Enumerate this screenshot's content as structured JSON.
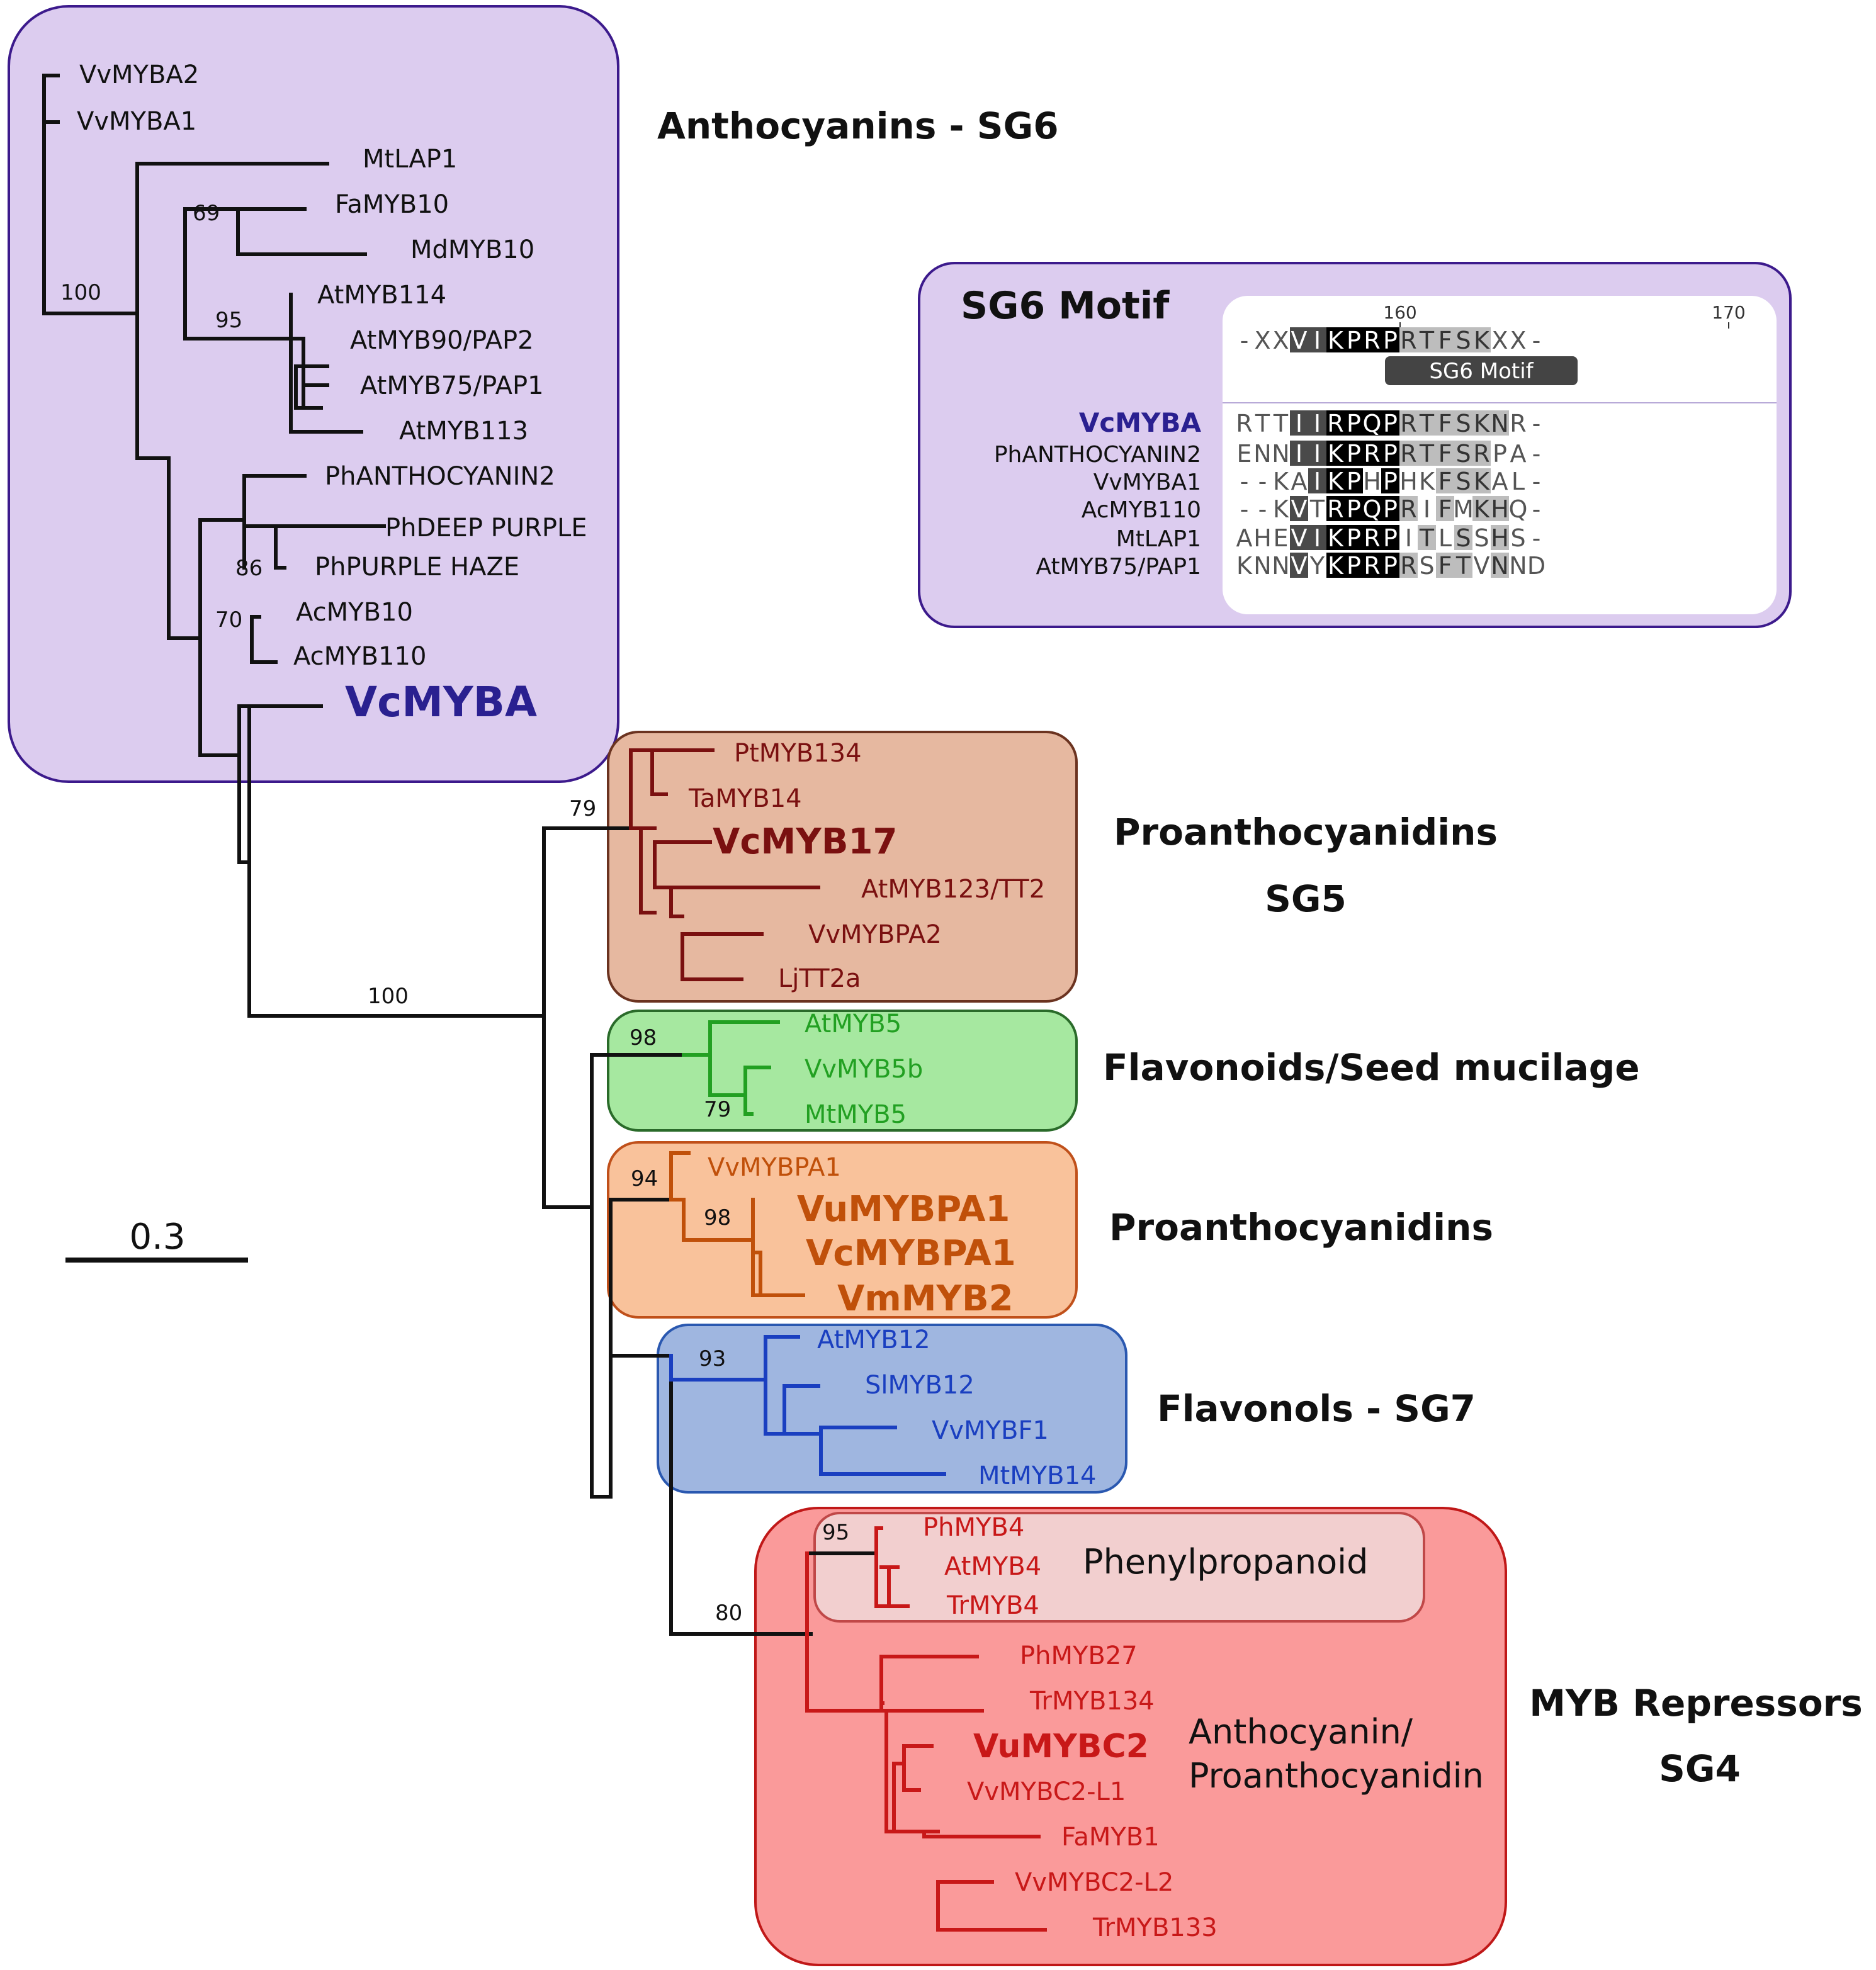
{
  "groups": {
    "anthocyanins": {
      "title": "Anthocyanins - SG6",
      "color": "#dcccef",
      "border": "#3c1a8c"
    },
    "proanthocyanidins_sg5": {
      "title_line1": "Proanthocyanidins",
      "title_line2": "SG5",
      "color": "#e6b8a0",
      "border": "#6b3320"
    },
    "flavonoids": {
      "title": "Flavonoids/Seed mucilage",
      "color": "#a6e8a0",
      "border": "#2a6b2a"
    },
    "proanthocyanidins": {
      "title": "Proanthocyanidins",
      "color": "#f9c29b",
      "border": "#c0501a"
    },
    "flavonols": {
      "title": "Flavonols - SG7",
      "color": "#9fb6e0",
      "border": "#2a58b0"
    },
    "repressors": {
      "title_line1": "MYB Repressors",
      "title_line2": "SG4",
      "color": "#fa9a9a",
      "border": "#c01818"
    },
    "phenylpropanoid": {
      "label": "Phenylpropanoid",
      "color": "#f2cfcf",
      "border": "#c04848"
    },
    "anthocyanin_pa": {
      "line1": "Anthocyanin/",
      "line2": "Proanthocyanidin"
    }
  },
  "colors": {
    "sg6": "#111111",
    "sg6_highlight": "#2a2090",
    "sg5": "#7a1010",
    "flavonoids": "#22a022",
    "proanthocyanidins": "#c0500a",
    "flavonols": "#1a3fc0",
    "repressors": "#c81818"
  },
  "scale_bar": {
    "label": "0.3"
  },
  "leaves": {
    "vvmyba2": "VvMYBA2",
    "vvmyba1": "VvMYBA1",
    "mtlap1": "MtLAP1",
    "famyb10": "FaMYB10",
    "mdmyb10": "MdMYB10",
    "atmyb114": "AtMYB114",
    "atmyb90": "AtMYB90/PAP2",
    "atmyb75": "AtMYB75/PAP1",
    "atmyb113": "AtMYB113",
    "phanthocyanin2": "PhANTHOCYANIN2",
    "phdeeppurple": "PhDEEP PURPLE",
    "phpurplehaze": "PhPURPLE HAZE",
    "acmyb10": "AcMYB10",
    "acmyb110": "AcMYB110",
    "vcmyba": "VcMYBA",
    "ptmyb134": "PtMYB134",
    "tamyb14": "TaMYB14",
    "vcmyb17": "VcMYB17",
    "atmyb123": "AtMYB123/TT2",
    "vvmybpa2": "VvMYBPA2",
    "ljtt2a": "LjTT2a",
    "atmyb5": "AtMYB5",
    "vvmyb5b": "VvMYB5b",
    "mtmyb5": "MtMYB5",
    "vvmybpa1": "VvMYBPA1",
    "vumybpa1": "VuMYBPA1",
    "vcmybpa1": "VcMYBPA1",
    "vmmyb2": "VmMYB2",
    "atmyb12": "AtMYB12",
    "slmyb12": "SlMYB12",
    "vvmybf1": "VvMYBF1",
    "mtmyb14": "MtMYB14",
    "phmyb4": "PhMYB4",
    "atmyb4": "AtMYB4",
    "trmyb4": "TrMYB4",
    "phmyb27": "PhMYB27",
    "trmyb134": "TrMYB134",
    "vumybc2": "VuMYBC2",
    "vvmybc2l1": "VvMYBC2-L1",
    "famyb1": "FaMYB1",
    "vvmybc2l2": "VvMYBC2-L2",
    "trmyb133": "TrMYB133"
  },
  "bootstrap": {
    "b69": "69",
    "b100a": "100",
    "b95a": "95",
    "b86": "86",
    "b70": "70",
    "b79a": "79",
    "b100b": "100",
    "b98a": "98",
    "b79b": "79",
    "b94": "94",
    "b98b": "98",
    "b93": "93",
    "b80": "80",
    "b95b": "95"
  },
  "motif": {
    "title": "SG6 Motif",
    "tick_160": "160",
    "tick_170": "170",
    "badge": "SG6 Motif",
    "consensus": [
      "-",
      "X",
      "X",
      "V",
      "I",
      "K",
      "P",
      "R",
      "P",
      "R",
      "T",
      "F",
      "S",
      "K",
      "X",
      "X",
      "-"
    ],
    "consensus_shade": [
      "n",
      "n",
      "n",
      "d",
      "d",
      "b",
      "b",
      "b",
      "b",
      "g",
      "g",
      "g",
      "g",
      "g",
      "n",
      "n",
      "n"
    ],
    "rows": [
      {
        "label": "VcMYBA",
        "highlight": true,
        "seq": [
          "R",
          "T",
          "T",
          "I",
          "I",
          "R",
          "P",
          "Q",
          "P",
          "R",
          "T",
          "F",
          "S",
          "K",
          "N",
          "R",
          "-"
        ],
        "shade": [
          "n",
          "n",
          "n",
          "d",
          "d",
          "b",
          "b",
          "b",
          "b",
          "g",
          "g",
          "g",
          "g",
          "g",
          "g",
          "n",
          "n"
        ]
      },
      {
        "label": "PhANTHOCYANIN2",
        "highlight": false,
        "seq": [
          "E",
          "N",
          "N",
          "I",
          "I",
          "K",
          "P",
          "R",
          "P",
          "R",
          "T",
          "F",
          "S",
          "R",
          "P",
          "A",
          "-"
        ],
        "shade": [
          "n",
          "n",
          "n",
          "d",
          "d",
          "b",
          "b",
          "b",
          "b",
          "g",
          "g",
          "g",
          "g",
          "g",
          "n",
          "n",
          "n"
        ]
      },
      {
        "label": "VvMYBA1",
        "highlight": false,
        "seq": [
          "-",
          "-",
          "K",
          "A",
          "I",
          "K",
          "P",
          "H",
          "P",
          "H",
          "K",
          "F",
          "S",
          "K",
          "A",
          "L",
          "-"
        ],
        "shade": [
          "n",
          "n",
          "n",
          "n",
          "d",
          "b",
          "b",
          "n",
          "b",
          "n",
          "n",
          "g",
          "g",
          "g",
          "n",
          "n",
          "n"
        ]
      },
      {
        "label": "AcMYB110",
        "highlight": false,
        "seq": [
          "-",
          "-",
          "K",
          "V",
          "T",
          "R",
          "P",
          "Q",
          "P",
          "R",
          "I",
          "F",
          "M",
          "K",
          "H",
          "Q",
          "-"
        ],
        "shade": [
          "n",
          "n",
          "n",
          "d",
          "n",
          "b",
          "b",
          "b",
          "b",
          "g",
          "n",
          "g",
          "n",
          "g",
          "g",
          "n",
          "n"
        ]
      },
      {
        "label": "MtLAP1",
        "highlight": false,
        "seq": [
          "A",
          "H",
          "E",
          "V",
          "I",
          "K",
          "P",
          "R",
          "P",
          "I",
          "T",
          "L",
          "S",
          "S",
          "H",
          "S",
          "-"
        ],
        "shade": [
          "n",
          "n",
          "n",
          "d",
          "d",
          "b",
          "b",
          "b",
          "b",
          "n",
          "g",
          "n",
          "g",
          "n",
          "g",
          "n",
          "n"
        ]
      },
      {
        "label": "AtMYB75/PAP1",
        "highlight": false,
        "seq": [
          "K",
          "N",
          "N",
          "V",
          "Y",
          "K",
          "P",
          "R",
          "P",
          "R",
          "S",
          "F",
          "T",
          "V",
          "N",
          "N",
          "D"
        ],
        "shade": [
          "n",
          "n",
          "n",
          "d",
          "n",
          "b",
          "b",
          "b",
          "b",
          "g",
          "n",
          "g",
          "g",
          "n",
          "g",
          "n",
          "n"
        ]
      }
    ]
  }
}
